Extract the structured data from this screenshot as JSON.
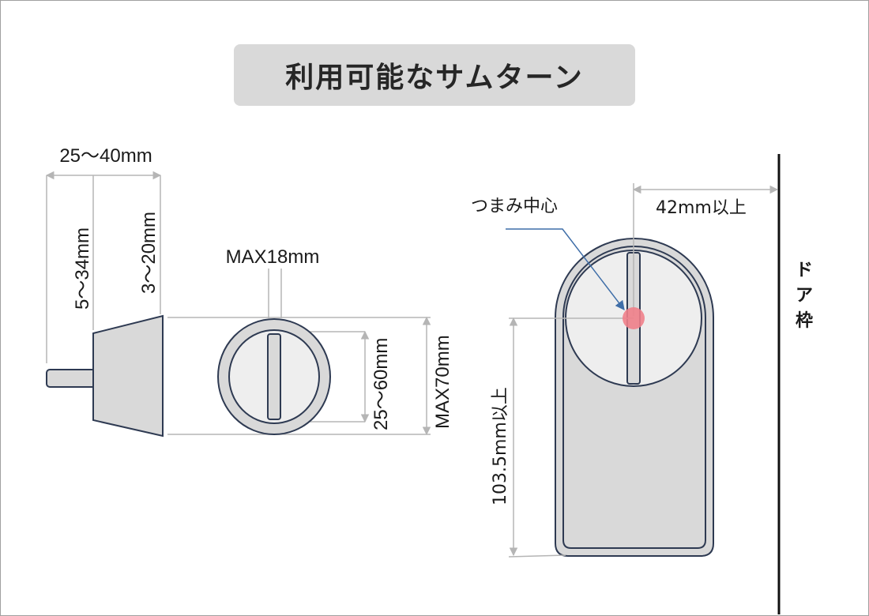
{
  "title": "利用可能なサムターン",
  "side_view": {
    "total_length": "25～40mm",
    "base_length": "5～34mm",
    "knob_length": "3～20mm"
  },
  "front_view": {
    "knob_width": "MAX18mm",
    "inner_diameter": "25～60mm",
    "outer_diameter": "MAX70mm"
  },
  "install_view": {
    "knob_center": "つまみ中心",
    "door_clearance": "42mm以上",
    "height_clearance": "103.5mm以上",
    "door_frame_chars": [
      "ド",
      "ア",
      "枠"
    ]
  },
  "colors": {
    "outline": "#2e3a52",
    "body_fill": "#d9d9d9",
    "face_fill": "#eeeeee",
    "dimension_line": "#b5b5b5",
    "center_dot": "#f07f8a",
    "leader_arrow": "#3f6ea8"
  }
}
